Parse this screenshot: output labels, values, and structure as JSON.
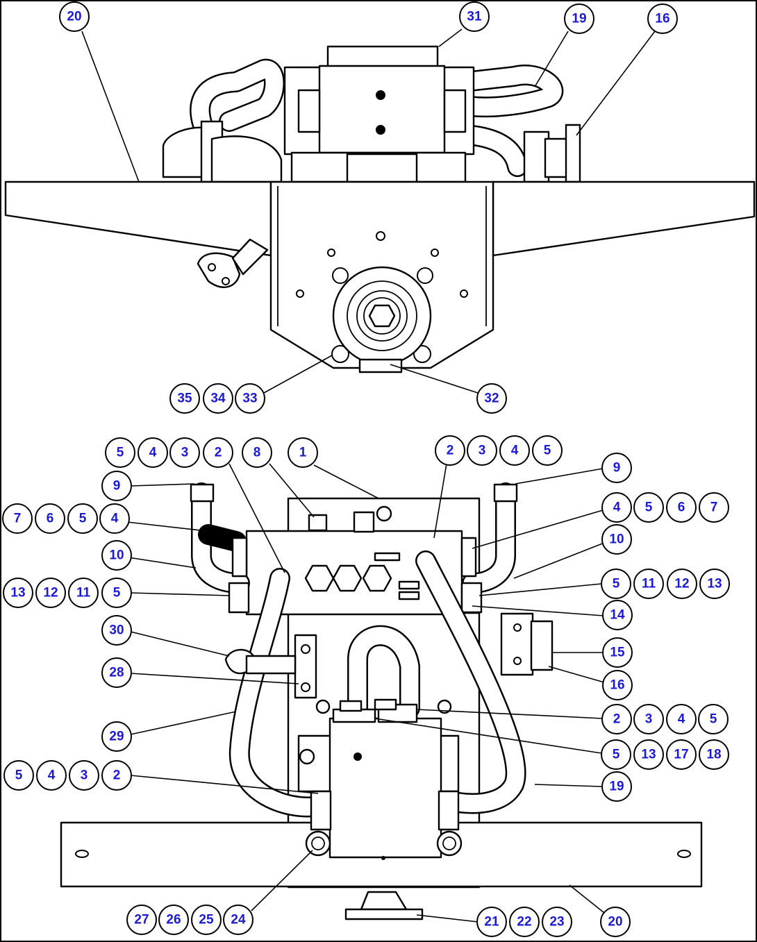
{
  "callouts": [
    {
      "id": "c20a",
      "label": "20"
    },
    {
      "id": "c31",
      "label": "31"
    },
    {
      "id": "c19a",
      "label": "19"
    },
    {
      "id": "c16a",
      "label": "16"
    },
    {
      "id": "c35",
      "label": "35"
    },
    {
      "id": "c34",
      "label": "34"
    },
    {
      "id": "c33",
      "label": "33"
    },
    {
      "id": "c32",
      "label": "32"
    },
    {
      "id": "c5a",
      "label": "5"
    },
    {
      "id": "c4a",
      "label": "4"
    },
    {
      "id": "c3a",
      "label": "3"
    },
    {
      "id": "c2a",
      "label": "2"
    },
    {
      "id": "c8",
      "label": "8"
    },
    {
      "id": "c1",
      "label": "1"
    },
    {
      "id": "c2b",
      "label": "2"
    },
    {
      "id": "c3b",
      "label": "3"
    },
    {
      "id": "c4b",
      "label": "4"
    },
    {
      "id": "c5b",
      "label": "5"
    },
    {
      "id": "c9a",
      "label": "9"
    },
    {
      "id": "c9b",
      "label": "9"
    },
    {
      "id": "c7a",
      "label": "7"
    },
    {
      "id": "c6a",
      "label": "6"
    },
    {
      "id": "c5c",
      "label": "5"
    },
    {
      "id": "c4c",
      "label": "4"
    },
    {
      "id": "c4d",
      "label": "4"
    },
    {
      "id": "c5d",
      "label": "5"
    },
    {
      "id": "c6b",
      "label": "6"
    },
    {
      "id": "c7b",
      "label": "7"
    },
    {
      "id": "c10a",
      "label": "10"
    },
    {
      "id": "c10b",
      "label": "10"
    },
    {
      "id": "c13a",
      "label": "13"
    },
    {
      "id": "c12a",
      "label": "12"
    },
    {
      "id": "c11a",
      "label": "11"
    },
    {
      "id": "c5e",
      "label": "5"
    },
    {
      "id": "c5f",
      "label": "5"
    },
    {
      "id": "c11b",
      "label": "11"
    },
    {
      "id": "c12b",
      "label": "12"
    },
    {
      "id": "c13b",
      "label": "13"
    },
    {
      "id": "c14",
      "label": "14"
    },
    {
      "id": "c30",
      "label": "30"
    },
    {
      "id": "c15",
      "label": "15"
    },
    {
      "id": "c28",
      "label": "28"
    },
    {
      "id": "c16b",
      "label": "16"
    },
    {
      "id": "c2c",
      "label": "2"
    },
    {
      "id": "c3c",
      "label": "3"
    },
    {
      "id": "c4e",
      "label": "4"
    },
    {
      "id": "c5g",
      "label": "5"
    },
    {
      "id": "c29",
      "label": "29"
    },
    {
      "id": "c5h",
      "label": "5"
    },
    {
      "id": "c13c",
      "label": "13"
    },
    {
      "id": "c17",
      "label": "17"
    },
    {
      "id": "c18",
      "label": "18"
    },
    {
      "id": "c5i",
      "label": "5"
    },
    {
      "id": "c4f",
      "label": "4"
    },
    {
      "id": "c3d",
      "label": "3"
    },
    {
      "id": "c2d",
      "label": "2"
    },
    {
      "id": "c19b",
      "label": "19"
    },
    {
      "id": "c27",
      "label": "27"
    },
    {
      "id": "c26",
      "label": "26"
    },
    {
      "id": "c25",
      "label": "25"
    },
    {
      "id": "c24",
      "label": "24"
    },
    {
      "id": "c21",
      "label": "21"
    },
    {
      "id": "c22",
      "label": "22"
    },
    {
      "id": "c23",
      "label": "23"
    },
    {
      "id": "c20b",
      "label": "20"
    }
  ]
}
